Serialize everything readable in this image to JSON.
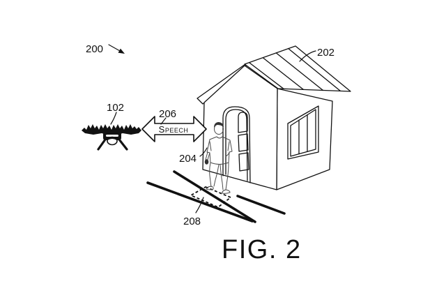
{
  "figure": {
    "caption": "FIG. 2",
    "speech_label": "Speech",
    "references": {
      "system": {
        "number": "200"
      },
      "uav": {
        "number": "102"
      },
      "structure": {
        "number": "202"
      },
      "user": {
        "number": "204"
      },
      "speech_link": {
        "number": "206"
      },
      "landing_pad": {
        "number": "208"
      }
    },
    "colors": {
      "ink": "#111111",
      "background": "#ffffff",
      "sketch": "#4a4a4a"
    }
  }
}
